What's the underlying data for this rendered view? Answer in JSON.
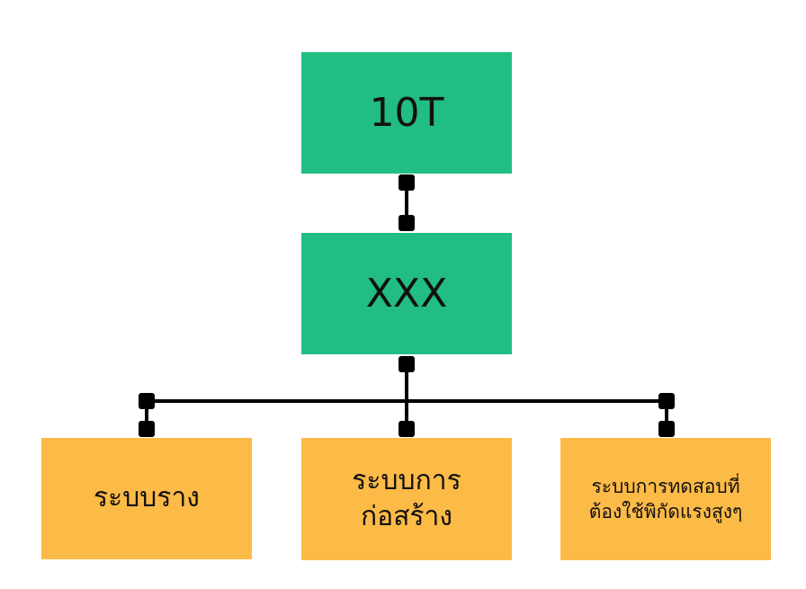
{
  "nodes": {
    "root": {
      "label": "10T"
    },
    "middle": {
      "label": "XXX"
    },
    "children": [
      {
        "label": "ระบบราง"
      },
      {
        "label": "ระบบการ\nก่อสร้าง"
      },
      {
        "label": "ระบบการทดสอบที่\nต้องใช้พิกัดแรงสูงๆ"
      }
    ]
  },
  "colors": {
    "primary": "#21BD82",
    "secondary": "#FCBA47",
    "connector": "#000000"
  }
}
